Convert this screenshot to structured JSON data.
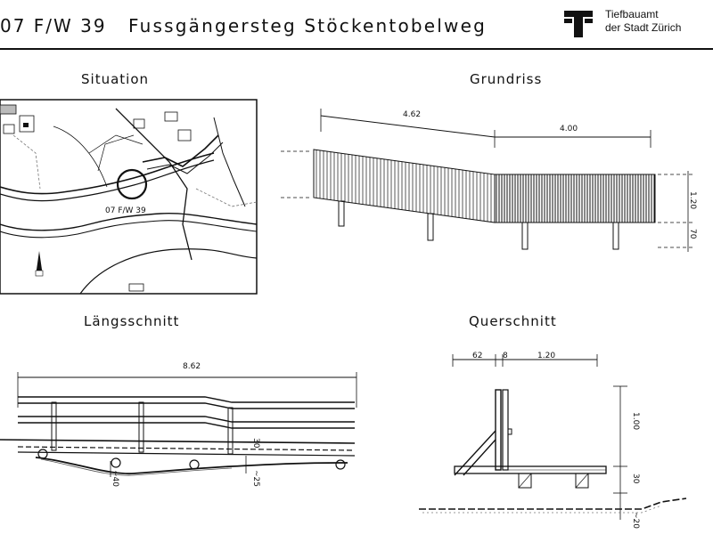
{
  "header": {
    "code": "07 F/W 39",
    "title": "Fussgängersteg Stöckentobelweg",
    "org_line1": "Tiefbauamt",
    "org_line2": "der Stadt Zürich"
  },
  "sections": {
    "situation": {
      "title": "Situation",
      "marker_label": "07 F/W 39"
    },
    "grundriss": {
      "title": "Grundriss",
      "dims": {
        "left_span": "4.62",
        "right_span": "4.00",
        "width": "1.20",
        "side": "70"
      }
    },
    "laengsschnitt": {
      "title": "Längsschnitt",
      "dims": {
        "span": "8.62",
        "depth_a": "~40",
        "depth_b": "~25",
        "deck": "30"
      }
    },
    "querschnitt": {
      "title": "Querschnitt",
      "dims": {
        "a": "62",
        "b": "8",
        "c": "1.20",
        "height": "1.00",
        "beam": "30",
        "ground": "~20"
      }
    }
  }
}
